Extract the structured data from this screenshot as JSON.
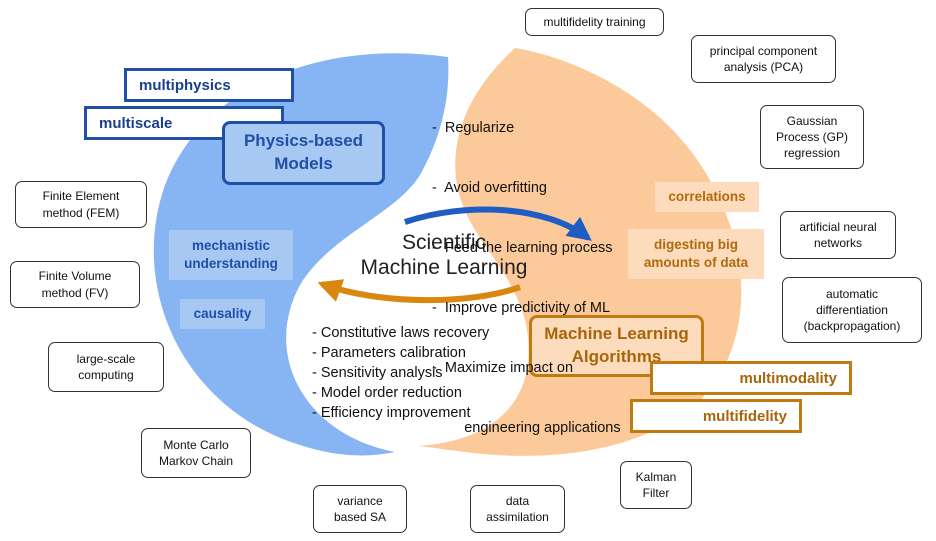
{
  "center_title": "Scientific\nMachine Learning",
  "physics": {
    "title": "Physics-based\nModels",
    "tags": [
      "multiphysics",
      "multiscale"
    ],
    "chips": [
      "mechanistic\nunderstanding",
      "causality"
    ],
    "color": "#87b4f2"
  },
  "ml": {
    "title": "Machine Learning\nAlgorithms",
    "tags": [
      "multimodality",
      "multifidelity"
    ],
    "chips": [
      "correlations",
      "digesting big\namounts of data"
    ],
    "color": "#fcc99a"
  },
  "physics_to_ml_list": [
    "-  Regularize",
    "-  Avoid overfitting",
    "-  Feed the learning process",
    "-  Improve predictivity of ML",
    "-  Maximize impact on",
    "        engineering applications"
  ],
  "ml_to_physics_list": [
    "- Constitutive laws recovery",
    "- Parameters calibration",
    "- Sensitivity analysis",
    "- Model order reduction",
    "- Efficiency improvement"
  ],
  "left_boxes": [
    "Finite Element\nmethod (FEM)",
    "Finite Volume\nmethod (FV)",
    "large-scale\ncomputing",
    "Monte Carlo\nMarkov Chain"
  ],
  "right_boxes": [
    "multifidelity training",
    "principal component\nanalysis (PCA)",
    "Gaussian\nProcess (GP)\nregression",
    "artificial neural\nnetworks",
    "automatic\ndifferentiation\n(backpropagation)"
  ],
  "bottom_boxes": [
    "variance\nbased SA",
    "data\nassimilation",
    "Kalman\nFilter"
  ],
  "colors": {
    "blue_arrow": "#1f5cc4",
    "orange_arrow": "#d9870f",
    "blue_border": "#1f4fa6",
    "orange_border": "#c07a10"
  }
}
